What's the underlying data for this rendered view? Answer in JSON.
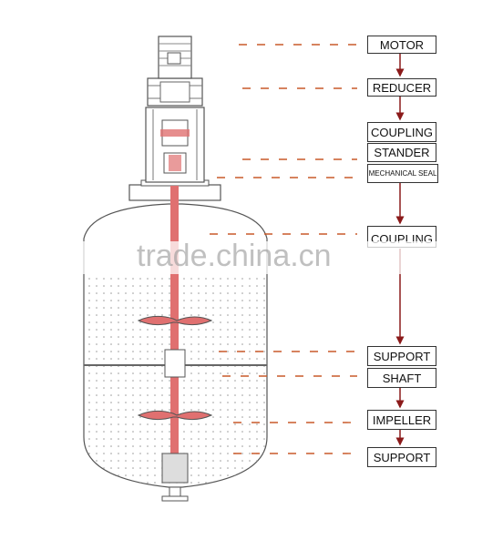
{
  "labels": {
    "motor": "MOTOR",
    "reducer": "REDUCER",
    "coupling_top": "COUPLING",
    "stander": "STANDER",
    "mechanical_seal": "MECHANICAL SEAL",
    "coupling_mid": "COUPLING",
    "support_mid": "SUPPORT",
    "shaft": "SHAFT",
    "impeller": "IMPELLER",
    "support_bottom": "SUPPORT"
  },
  "watermark": "trade.china.cn",
  "colors": {
    "shaft": "#e07070",
    "outline": "#555555",
    "arrow": "#c85a2a",
    "connector": "#8b1a1a",
    "dots": "#9a9a9a"
  }
}
